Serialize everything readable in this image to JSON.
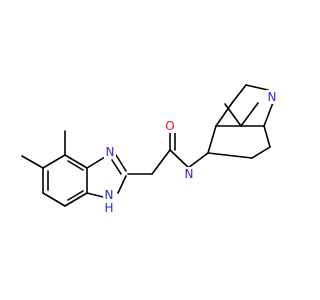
{
  "colors": {
    "background": "#ffffff",
    "bond": "#000000",
    "nitrogen": "#2b2bd8",
    "oxygen": "#e01818"
  },
  "atoms": {
    "pyrrolidine_n": "N",
    "ring_n": "N",
    "carbonyl_o": "O",
    "imidazole_n_top": "N",
    "imidazole_n_bottom": "N",
    "imidazole_h": "H"
  }
}
